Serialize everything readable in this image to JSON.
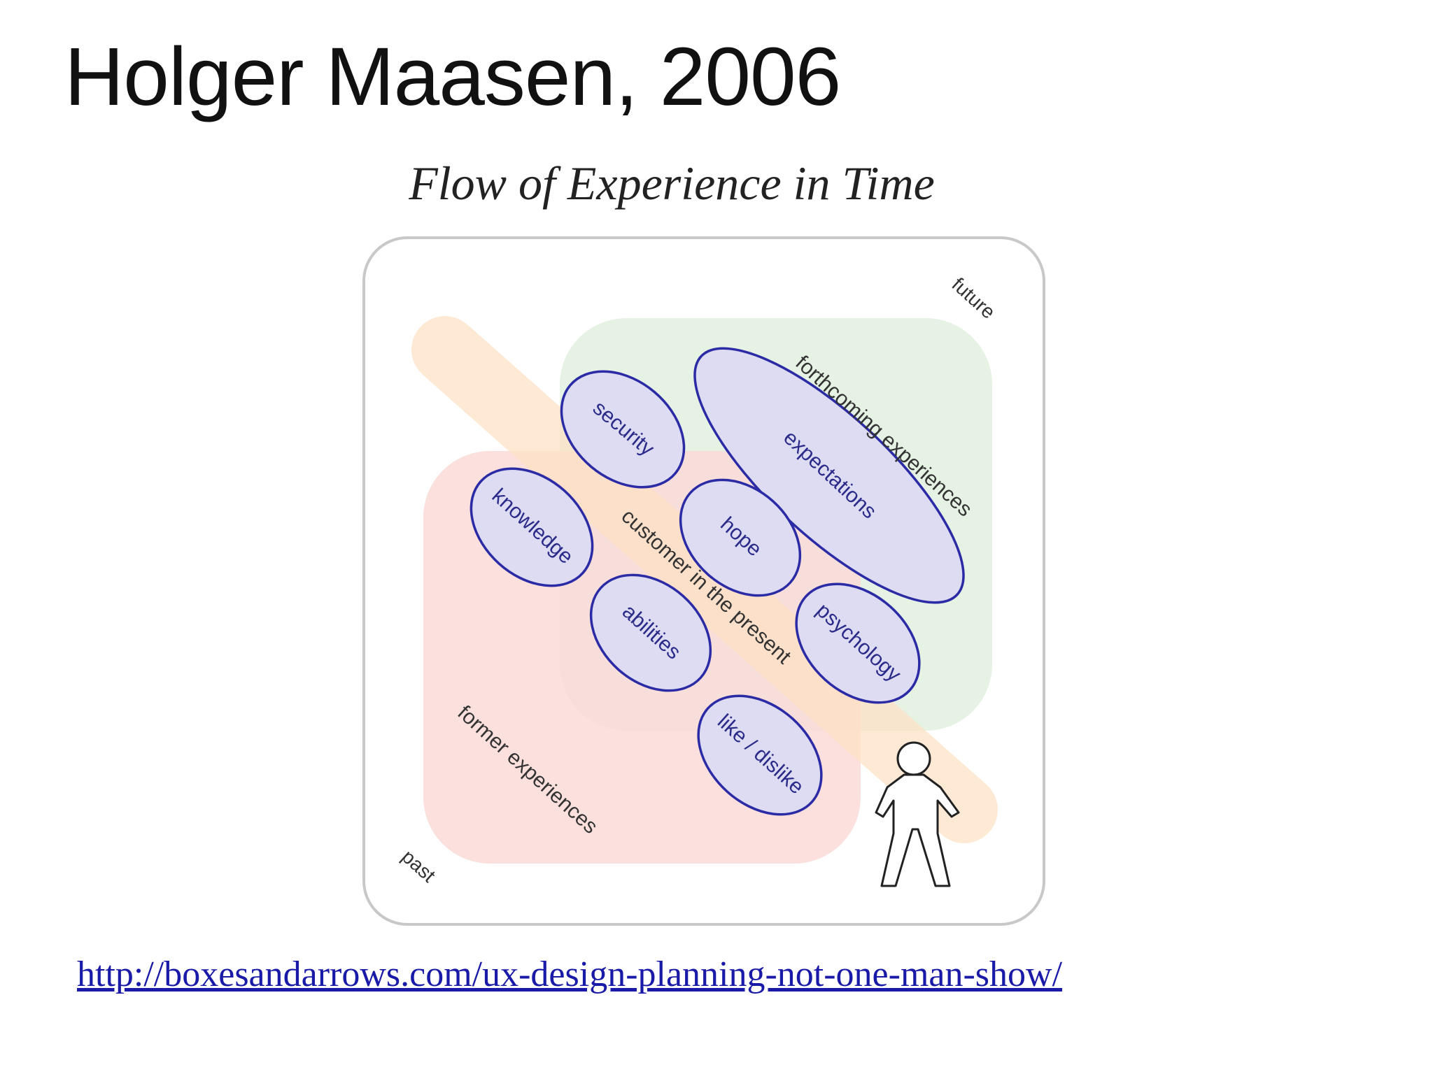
{
  "slide": {
    "title": "Holger Maasen, 2006",
    "source_link": "http://boxesandarrows.com/ux-design-planning-not-one-man-show/"
  },
  "diagram": {
    "title": "Flow of Experience in Time",
    "corner_labels": {
      "future": "future",
      "past": "past"
    },
    "regions": {
      "forthcoming": "forthcoming experiences",
      "present": "customer in the present",
      "former": "former experiences"
    },
    "bubbles": {
      "security": "security",
      "expectations": "expectations",
      "knowledge": "knowledge",
      "hope": "hope",
      "abilities": "abilities",
      "psychology": "psychology",
      "like_dislike": "like / dislike"
    },
    "colors": {
      "forthcoming_region": "#e2f0df",
      "present_band": "#fde5cf",
      "former_region": "#fadad8",
      "bubble_fill": "#dedcf3",
      "bubble_stroke": "#2b2ba6",
      "bubble_text": "#2b2b8a",
      "frame_stroke": "#c8c8c8"
    },
    "icons": [
      "person-icon"
    ]
  }
}
